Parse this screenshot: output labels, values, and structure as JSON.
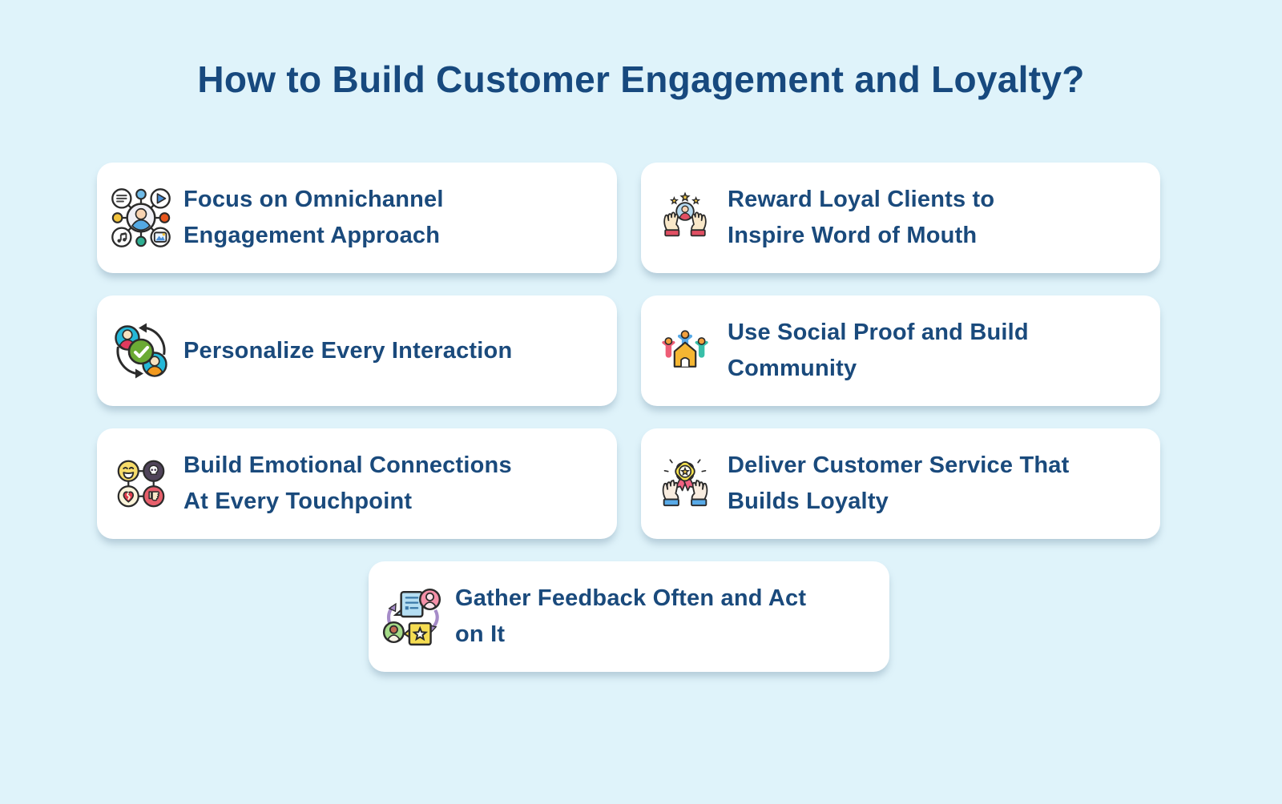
{
  "page": {
    "title": "How to Build Customer Engagement and Loyalty?"
  },
  "theme": {
    "background_color": "#DFF3FA",
    "card_background_color": "#FFFFFF",
    "title_color": "#17497E",
    "card_text_color": "#1A4A7C"
  },
  "cards": [
    {
      "id": "omnichannel",
      "icon": "omnichannel-network-icon",
      "label": "Focus on Omnichannel\nEngagement Approach"
    },
    {
      "id": "reward",
      "icon": "hands-holding-customer-icon",
      "label": "Reward Loyal Clients to\nInspire Word of Mouth"
    },
    {
      "id": "personalize",
      "icon": "users-sync-check-icon",
      "label": "Personalize Every Interaction"
    },
    {
      "id": "social-proof",
      "icon": "community-house-icon",
      "label": "Use Social Proof and Build\nCommunity"
    },
    {
      "id": "emotional",
      "icon": "emotions-grid-icon",
      "label": "Build Emotional Connections\nAt Every Touchpoint"
    },
    {
      "id": "service",
      "icon": "hands-holding-badge-icon",
      "label": "Deliver Customer Service That\nBuilds Loyalty"
    },
    {
      "id": "feedback",
      "icon": "feedback-loop-icon",
      "label": "Gather Feedback Often and Act\non It"
    }
  ]
}
